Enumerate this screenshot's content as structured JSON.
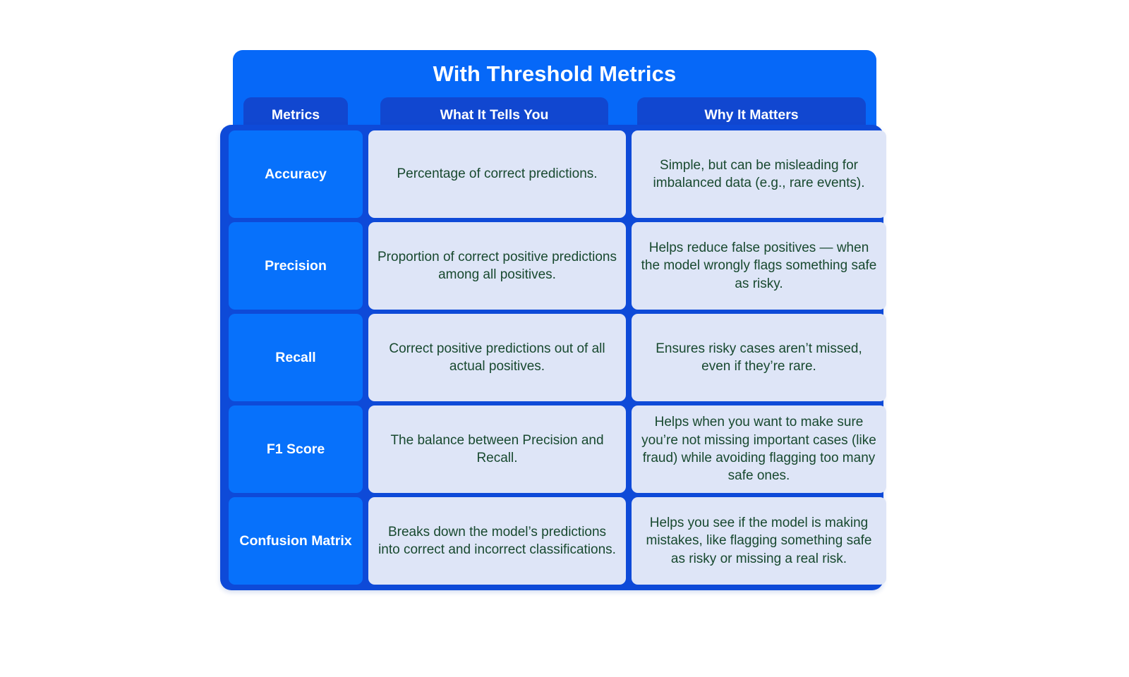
{
  "title": "With Threshold Metrics",
  "colors": {
    "banner_blue": "#0668f8",
    "tab_blue": "#1147d0",
    "container_blue": "#0e4ad8",
    "metric_cell_blue": "#0771fb",
    "desc_cell_bg": "#dee5f7",
    "desc_text_green": "#18492f",
    "page_background": "#ffffff"
  },
  "table": {
    "headers": [
      {
        "label": "Metrics"
      },
      {
        "label": "What It Tells You"
      },
      {
        "label": "Why It Matters"
      }
    ],
    "rows": [
      {
        "metric": "Accuracy",
        "what_it_tells_you": "Percentage of correct predictions.",
        "why_it_matters": "Simple, but can be misleading for imbalanced data (e.g., rare events)."
      },
      {
        "metric": "Precision",
        "what_it_tells_you": "Proportion of correct positive predictions among all positives.",
        "why_it_matters": "Helps reduce false positives — when the model wrongly flags something safe as risky."
      },
      {
        "metric": "Recall",
        "what_it_tells_you": "Correct positive predictions out of all actual positives.",
        "why_it_matters": "Ensures risky cases aren’t missed, even if they’re rare."
      },
      {
        "metric": "F1 Score",
        "what_it_tells_you": "The balance between Precision and Recall.",
        "why_it_matters": "Helps when you want to make sure you’re not missing important cases (like fraud) while avoiding flagging too many safe ones."
      },
      {
        "metric": "Confusion Matrix",
        "what_it_tells_you": "Breaks down the model’s predictions into correct and incorrect classifications.",
        "why_it_matters": "Helps you see if the model is making mistakes, like flagging something safe as risky or missing a real risk."
      }
    ]
  }
}
